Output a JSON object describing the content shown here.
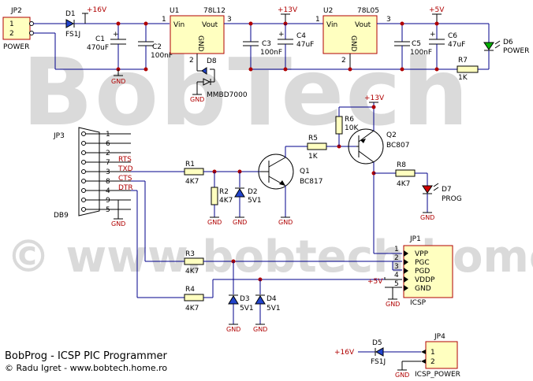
{
  "watermark": {
    "big": "BobTech",
    "url": "© www.bobtech.home.ro"
  },
  "footer": {
    "title": "BobProg - ICSP PIC Programmer",
    "credit": "© Radu Igret - www.bobtech.home.ro"
  },
  "jp2": {
    "ref": "JP2",
    "name": "POWER",
    "pins": [
      "1",
      "2"
    ]
  },
  "d1": {
    "ref": "D1",
    "value": "FS1J"
  },
  "rails": {
    "v16": "+16V",
    "v13": "+13V",
    "v5": "+5V",
    "v13b": "+13V",
    "v5b": "+5V",
    "v16b": "+16V"
  },
  "c1": {
    "ref": "C1",
    "value": "470uF"
  },
  "c2": {
    "ref": "C2",
    "value": "100nF"
  },
  "u1": {
    "ref": "U1",
    "part": "78L12",
    "vin": "Vin",
    "vout": "Vout",
    "gnd": "GND",
    "p1": "1",
    "p3": "3",
    "p2": "2"
  },
  "u2": {
    "ref": "U2",
    "part": "78L05",
    "vin": "Vin",
    "vout": "Vout",
    "gnd": "GND",
    "p1": "1",
    "p3": "3",
    "p2": "2"
  },
  "c3": {
    "ref": "C3",
    "value": "100nF"
  },
  "c4": {
    "ref": "C4",
    "value": "47uF"
  },
  "c5": {
    "ref": "C5",
    "value": "100nF"
  },
  "c6": {
    "ref": "C6",
    "value": "47uF"
  },
  "d6": {
    "ref": "D6",
    "value": "POWER"
  },
  "d8": {
    "ref": "D8",
    "value": "MMBD7000"
  },
  "r7": {
    "ref": "R7",
    "value": "1K"
  },
  "gnd": "GND",
  "jp3": {
    "ref": "JP3",
    "name": "DB9",
    "pins": [
      "1",
      "6",
      "2",
      "7",
      "3",
      "8",
      "4",
      "9",
      "5"
    ],
    "signals": [
      "RTS",
      "TXD",
      "CTS",
      "DTR"
    ]
  },
  "r1": {
    "ref": "R1",
    "value": "4K7"
  },
  "r2": {
    "ref": "R2",
    "value": "4K7"
  },
  "d2": {
    "ref": "D2",
    "value": "5V1"
  },
  "q1": {
    "ref": "Q1",
    "value": "BC817"
  },
  "r5": {
    "ref": "R5",
    "value": "1K"
  },
  "r6": {
    "ref": "R6",
    "value": "10K"
  },
  "q2": {
    "ref": "Q2",
    "value": "BC807"
  },
  "r8": {
    "ref": "R8",
    "value": "4K7"
  },
  "d7": {
    "ref": "D7",
    "value": "PROG"
  },
  "r3": {
    "ref": "R3",
    "value": "4K7"
  },
  "r4": {
    "ref": "R4",
    "value": "4K7"
  },
  "d3": {
    "ref": "D3",
    "value": "5V1"
  },
  "d4": {
    "ref": "D4",
    "value": "5V1"
  },
  "jp1": {
    "ref": "JP1",
    "name": "ICSP",
    "pins": [
      "1",
      "2",
      "3",
      "4",
      "5"
    ],
    "signals": [
      "VPP",
      "PGC",
      "PGD",
      "VDDP",
      "GND"
    ]
  },
  "jp4": {
    "ref": "JP4",
    "name": "ICSP_POWER",
    "pins": [
      "1",
      "2"
    ]
  },
  "d5": {
    "ref": "D5",
    "value": "FS1J"
  }
}
